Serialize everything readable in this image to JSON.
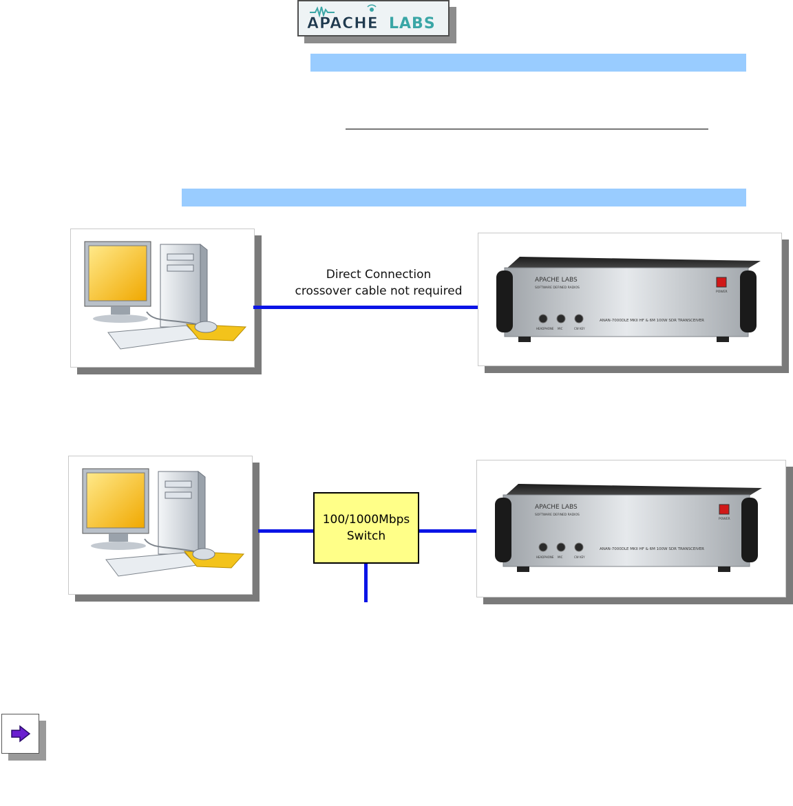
{
  "logo": {
    "left_text": "APACHE",
    "right_text": "LABS",
    "icon": "apache-labs-logo"
  },
  "diagram1": {
    "label_line1": "Direct Connection",
    "label_line2": "crossover cable not required"
  },
  "diagram2": {
    "switch_line1": "100/1000Mbps",
    "switch_line2": "Switch"
  },
  "radio": {
    "brand_top": "APACHE LABS",
    "brand_sub": "SOFTWARE DEFINED RADIOS",
    "model": "ANAN-7000DLE MKII HF & 6M 100W SDR TRANSCEIVER",
    "power_label": "POWER",
    "jack_labels": [
      "HEADPHONE",
      "MIC",
      "CW KEY"
    ]
  },
  "nav": {
    "icon": "next-arrow-icon"
  },
  "colors": {
    "bar": "#99ccff",
    "wire": "#0a14e6",
    "switch_fill": "#ffff88",
    "arrow": "#6a1fd0"
  }
}
